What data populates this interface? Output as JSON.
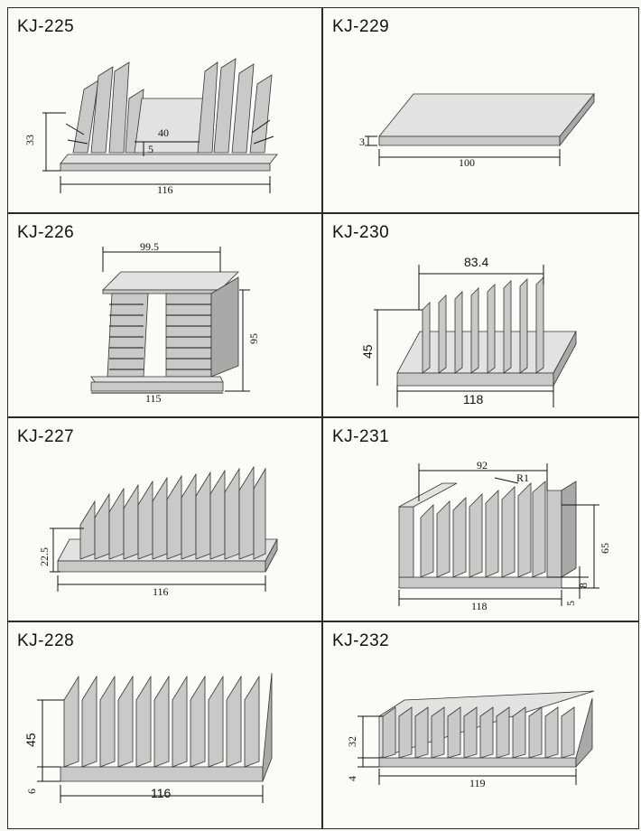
{
  "products": [
    {
      "model": "KJ-225",
      "dims": {
        "width": "116",
        "height": "33",
        "inner_width": "40",
        "gap": "5"
      }
    },
    {
      "model": "KJ-229",
      "dims": {
        "width": "100",
        "height": "3"
      }
    },
    {
      "model": "KJ-226",
      "dims": {
        "top_width": "99.5",
        "base_width": "115",
        "height": "95"
      }
    },
    {
      "model": "KJ-230",
      "dims": {
        "top_width": "83.4",
        "base_width": "118",
        "height": "45"
      }
    },
    {
      "model": "KJ-227",
      "dims": {
        "width": "116",
        "height": "22.5"
      }
    },
    {
      "model": "KJ-231",
      "dims": {
        "top_width": "92",
        "radius": "R1",
        "base_width": "118",
        "height": "65",
        "base_small": "8",
        "base_thick": "5"
      }
    },
    {
      "model": "KJ-228",
      "dims": {
        "width": "116",
        "height": "45",
        "base": "6"
      }
    },
    {
      "model": "KJ-232",
      "dims": {
        "width": "119",
        "height": "32",
        "base": "4"
      }
    }
  ]
}
